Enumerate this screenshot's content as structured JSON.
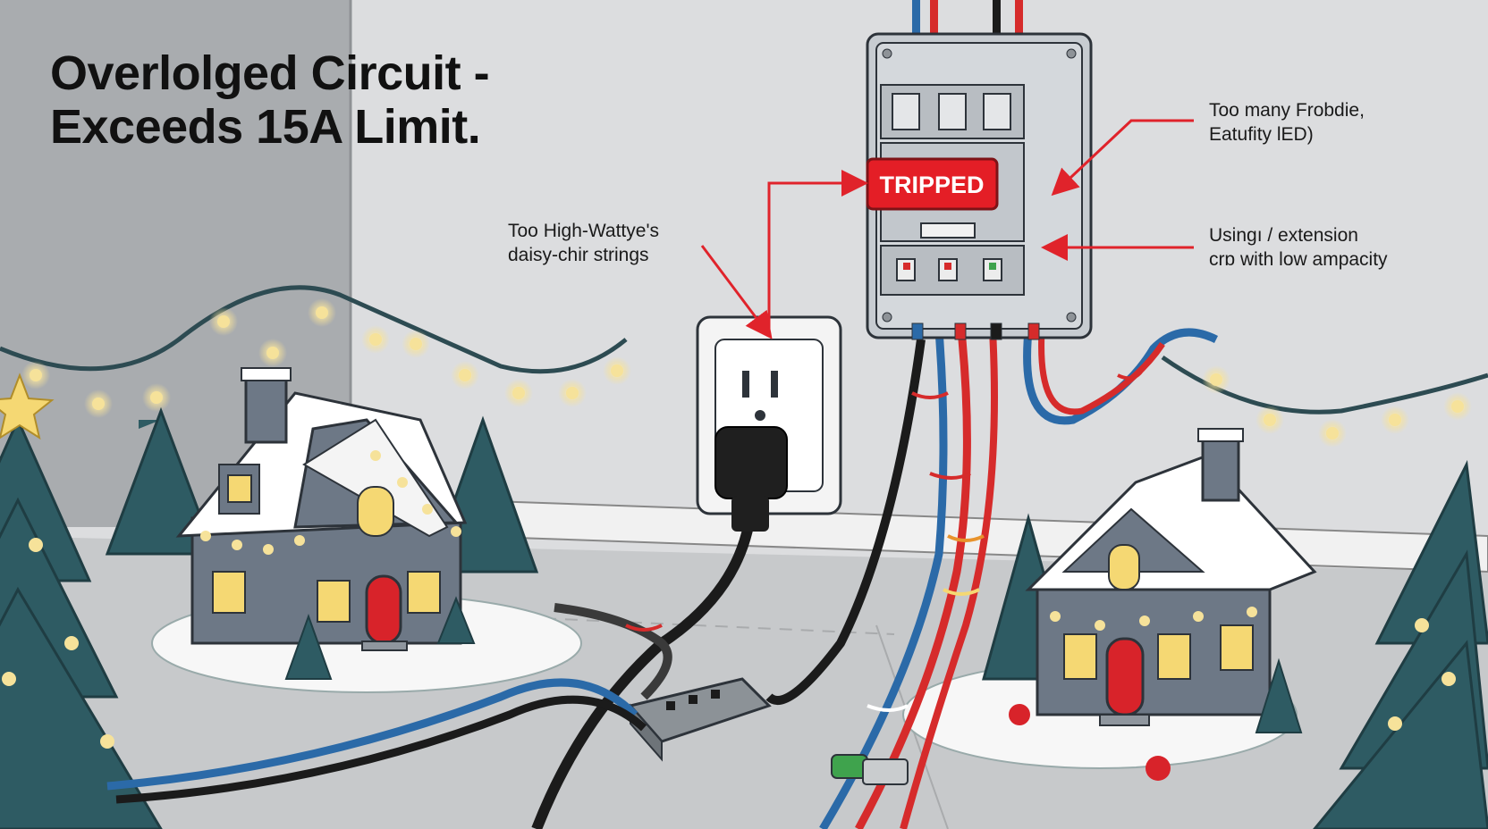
{
  "title": {
    "line1": "Overlolged Circuit -",
    "line2": "Exceeds 15A Limit."
  },
  "breaker": {
    "status_label": "TRIPPED"
  },
  "callouts": {
    "daisy_chain": {
      "line1": "Too High-Wattye's",
      "line2": "daisy-chir strings"
    },
    "too_many": {
      "line1": "Too many Frobdie,",
      "line2": "Eatufity lED)"
    },
    "extension": {
      "line1": "Usingı / extension",
      "line2": "crɒ with low ampacity"
    }
  },
  "colors": {
    "wall": "#d9dadb",
    "wall_dark": "#a7aaad",
    "arrow_red": "#e0232b",
    "tripped_red": "#e41e26",
    "wire_blue": "#2b6aa8",
    "wire_red": "#d62b2b",
    "roof_snow": "#ffffff",
    "house_gray": "#6d7886",
    "tree_teal": "#2e5b63",
    "bulb_glow": "#f6e29a"
  }
}
